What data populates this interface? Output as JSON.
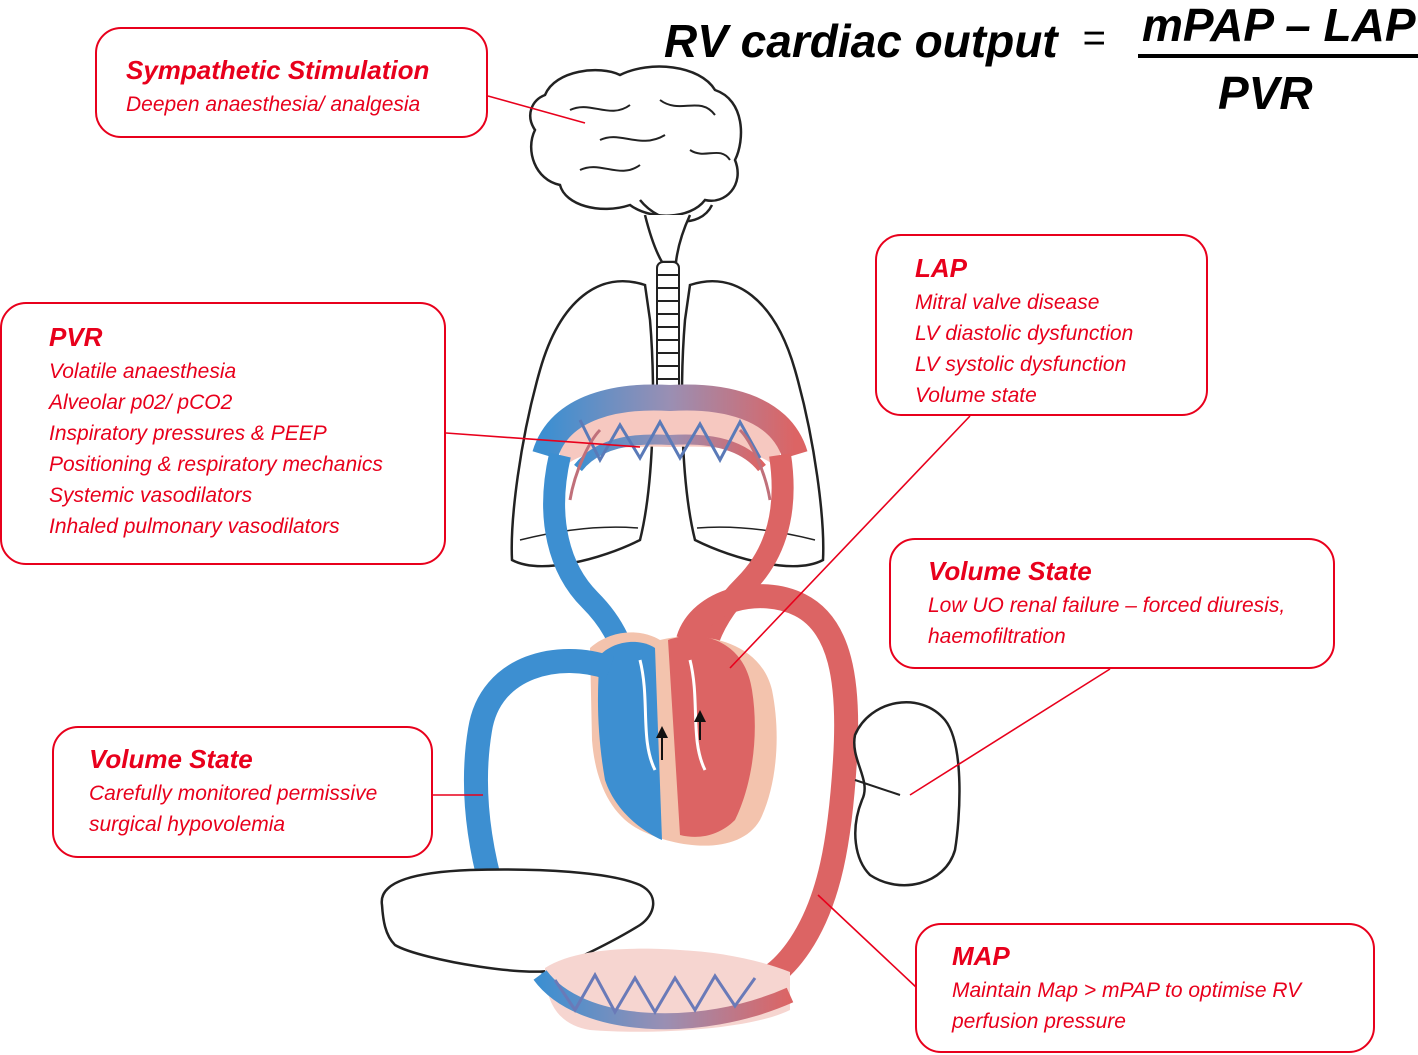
{
  "formula": {
    "lhs": "RV cardiac output",
    "equals": "=",
    "numerator": "mPAP – LAP",
    "denominator": "PVR"
  },
  "boxes": {
    "sympathetic": {
      "title": "Sympathetic Stimulation",
      "lines": [
        "Deepen anaesthesia/ analgesia"
      ]
    },
    "pvr": {
      "title": "PVR",
      "lines": [
        "Volatile anaesthesia",
        "Alveolar p02/ pCO2",
        "Inspiratory pressures & PEEP",
        "Positioning & respiratory mechanics",
        "Systemic vasodilators",
        "Inhaled pulmonary vasodilators"
      ]
    },
    "lap": {
      "title": "LAP",
      "lines": [
        "Mitral valve disease",
        "LV diastolic dysfunction",
        "LV systolic dysfunction",
        "Volume state"
      ]
    },
    "volume_right": {
      "title": "Volume State",
      "lines": [
        "Low UO renal failure – forced diuresis,",
        "haemofiltration"
      ]
    },
    "volume_left": {
      "title": "Volume State",
      "lines": [
        "Carefully monitored permissive",
        "surgical hypovolemia"
      ]
    },
    "map": {
      "title": "MAP",
      "lines": [
        "Maintain Map  > mPAP to optimise RV",
        "perfusion pressure"
      ]
    }
  },
  "colors": {
    "accent_red": "#e8001c",
    "venous_blue": "#3d8fd1",
    "arterial_red": "#dc6464",
    "heart_tissue": "#f3c3ad",
    "outline": "#222222"
  },
  "icons": [
    "brain-icon",
    "lungs-icon",
    "heart-icon",
    "liver-icon",
    "kidney-icon"
  ]
}
